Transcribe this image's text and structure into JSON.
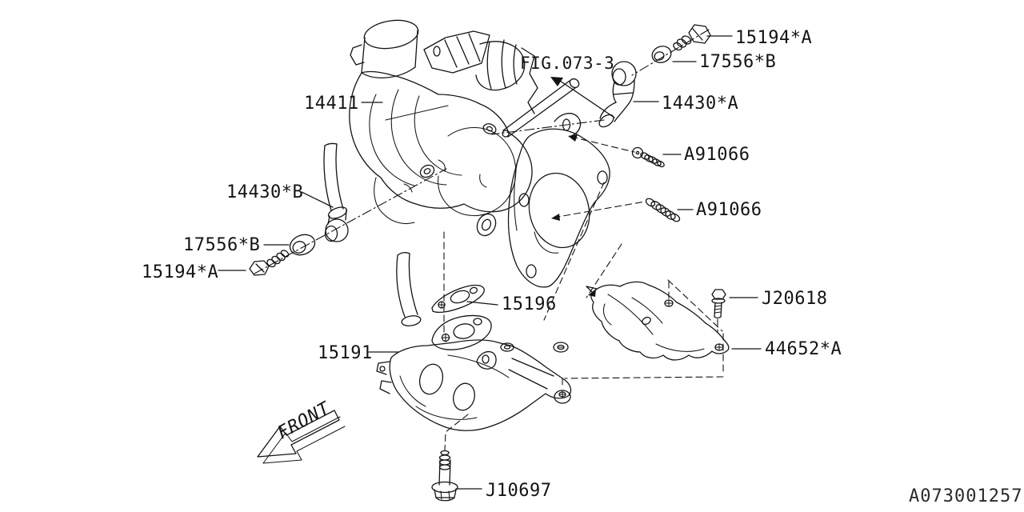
{
  "meta": {
    "drawing_code": "A073001257",
    "figure_reference": "FIG.073-3",
    "front_indicator": "FRONT"
  },
  "style": {
    "line_color": "#141414",
    "background": "#ffffff"
  },
  "callouts": [
    {
      "part": "15194*A",
      "component": "banjo-bolt",
      "position": "top-right"
    },
    {
      "part": "17556*B",
      "component": "gasket-washer",
      "position": "top-right"
    },
    {
      "part": "14430*A",
      "component": "oil-pipe-elbow",
      "position": "top-right"
    },
    {
      "part": "14411",
      "component": "turbocharger-assembly",
      "position": "upper-left"
    },
    {
      "part": "A91066",
      "component": "stud-bolt",
      "position": "right-upper"
    },
    {
      "part": "A91066",
      "component": "stud-bolt",
      "position": "right-lower"
    },
    {
      "part": "14430*B",
      "component": "oil-hose",
      "position": "left"
    },
    {
      "part": "17556*B",
      "component": "gasket-washer",
      "position": "left"
    },
    {
      "part": "15194*A",
      "component": "banjo-bolt",
      "position": "left"
    },
    {
      "part": "15196",
      "component": "oil-pipe-gasket",
      "position": "center"
    },
    {
      "part": "15191",
      "component": "oil-pipe-assembly",
      "position": "center-left"
    },
    {
      "part": "J20618",
      "component": "flange-bolt",
      "position": "right"
    },
    {
      "part": "44652*A",
      "component": "heat-shield-cover",
      "position": "right"
    },
    {
      "part": "J10697",
      "component": "flange-bolt",
      "position": "bottom"
    }
  ]
}
